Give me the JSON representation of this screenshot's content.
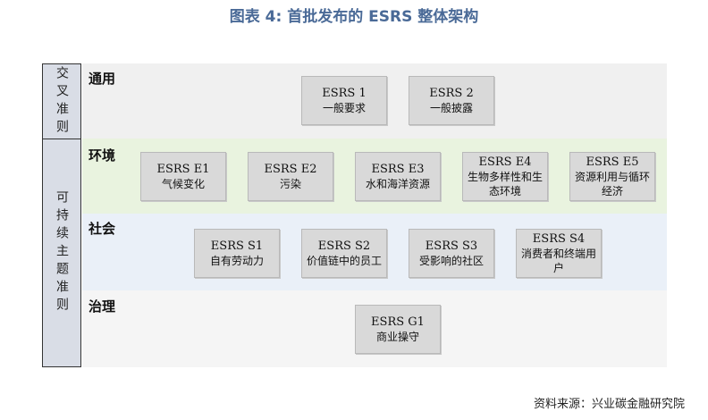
{
  "title": "图表 4:  首批发布的 ESRS 整体架构",
  "side_labels": {
    "cross_cutting": "交叉准则",
    "topical": "可持续主题准则"
  },
  "categories": {
    "general": "通用",
    "environment": "环境",
    "social": "社会",
    "governance": "治理"
  },
  "general": [
    {
      "code": "ESRS 1",
      "name": "一般要求"
    },
    {
      "code": "ESRS 2",
      "name": "一般披露"
    }
  ],
  "environment": [
    {
      "code": "ESRS E1",
      "name": "气候变化"
    },
    {
      "code": "ESRS E2",
      "name": "污染"
    },
    {
      "code": "ESRS E3",
      "name": "水和海洋资源"
    },
    {
      "code": "ESRS E4",
      "name": "生物多样性和生态环境"
    },
    {
      "code": "ESRS E5",
      "name": "资源利用与循环经济"
    }
  ],
  "social": [
    {
      "code": "ESRS S1",
      "name": "自有劳动力"
    },
    {
      "code": "ESRS S2",
      "name": "价值链中的员工"
    },
    {
      "code": "ESRS S3",
      "name": "受影响的社区"
    },
    {
      "code": "ESRS S4",
      "name": "消费者和终端用户"
    }
  ],
  "governance": [
    {
      "code": "ESRS G1",
      "name": "商业操守"
    }
  ],
  "source": "资料来源：兴业碳金融研究院"
}
